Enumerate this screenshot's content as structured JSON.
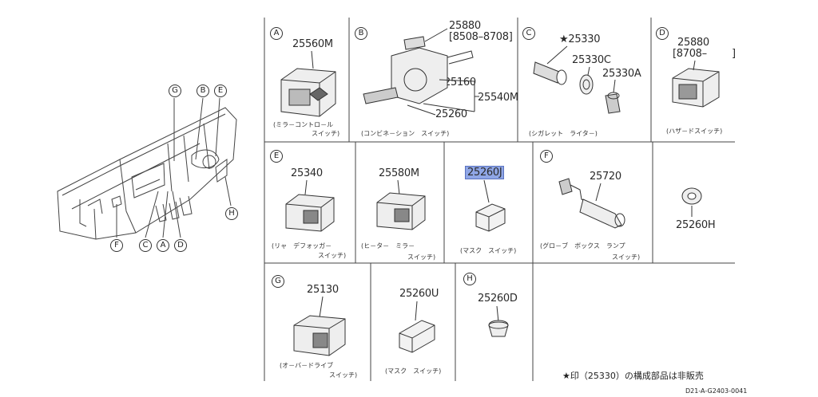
{
  "overview": {
    "callouts": [
      "G",
      "B",
      "E",
      "H",
      "F",
      "C",
      "A",
      "D"
    ]
  },
  "panels": {
    "A": {
      "letter": "A",
      "part": "25560M",
      "caption": [
        "(ミラ－コントロ－ル",
        "スイッチ)"
      ]
    },
    "B": {
      "letter": "B",
      "parts": [
        "25880",
        "[8508–8708]",
        "25160",
        "25540M",
        "25260"
      ],
      "caption": [
        "(コンビネ－ション　スイッチ)"
      ]
    },
    "C": {
      "letter": "C",
      "parts": [
        "★25330",
        "25330C",
        "25330A"
      ],
      "caption": [
        "(シガレット　ライタ－)"
      ]
    },
    "D": {
      "letter": "D",
      "parts": [
        "25880",
        "[8708–",
        "]"
      ],
      "caption": [
        "(ハザ－ドスイッチ)"
      ]
    },
    "E1": {
      "letter": "E",
      "part": "25340",
      "caption": [
        "(リャ　デフォッガ－",
        "スイッチ)"
      ]
    },
    "E2": {
      "part": "25580M",
      "caption": [
        "(ヒ－タ－　ミラ－",
        "スイッチ)"
      ]
    },
    "E3": {
      "part": "25260J",
      "caption": [
        "(マスク　スイッチ)"
      ]
    },
    "F1": {
      "letter": "F",
      "part": "25720",
      "caption": [
        "(グロ－ブ　ボックス　ランプ",
        "スイッチ)"
      ]
    },
    "F2": {
      "part": "25260H"
    },
    "G1": {
      "letter": "G",
      "part": "25130",
      "caption": [
        "(オ－バ－ドライブ",
        "スイッチ)"
      ]
    },
    "G2": {
      "part": "25260U",
      "caption": [
        "(マスク　スイッチ)"
      ]
    },
    "H": {
      "letter": "H",
      "part": "25260D"
    }
  },
  "footer": {
    "note": "★印（25330）の構成部品は非販売",
    "code": "D21-A-G2403-0041"
  },
  "colors": {
    "line": "#333333",
    "highlight": "#8fa6e6"
  }
}
